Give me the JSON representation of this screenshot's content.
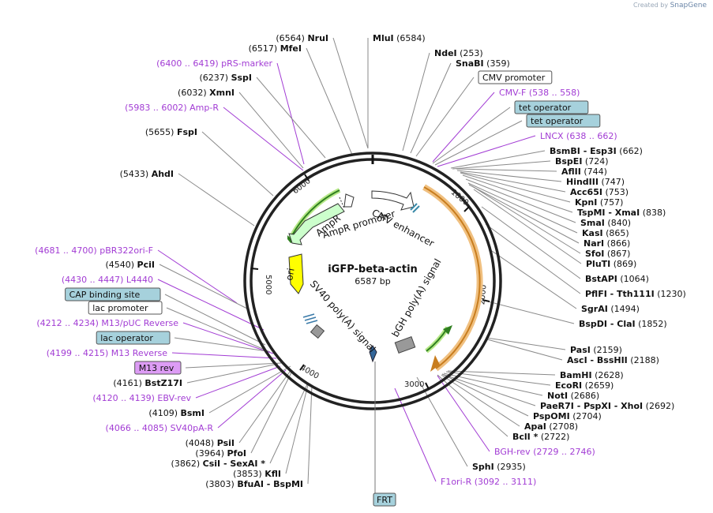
{
  "watermark": {
    "prefix": "Created by",
    "brand": "SnapGene"
  },
  "plasmid": {
    "name": "iGFP-beta-actin",
    "length": "6587 bp"
  },
  "ticks": [
    "1000",
    "2000",
    "3000",
    "4000",
    "5000",
    "6000"
  ],
  "features": [
    {
      "label": "CMV enhancer",
      "color": "#ffffff"
    },
    {
      "label": "AmpR promoter",
      "color": "#ffffff"
    },
    {
      "label": "AmpR",
      "color": "#ccffcc"
    },
    {
      "label": "ori",
      "color": "#ffff00"
    },
    {
      "label": "SV40 poly(A) signal",
      "color": "#999999"
    },
    {
      "label": "bGH poly(A) signal",
      "color": "#999999"
    },
    {
      "label": "FRT",
      "color": "#336699"
    }
  ],
  "labels_left": [
    {
      "pos": "(6564)",
      "name": "NruI"
    },
    {
      "pos": "(6517)",
      "name": "MfeI"
    },
    {
      "pos": "(6400 .. 6419)",
      "name": "pRS-marker",
      "kind": "primer"
    },
    {
      "pos": "(6237)",
      "name": "SspI"
    },
    {
      "pos": "(6032)",
      "name": "XmnI"
    },
    {
      "pos": "(5983 .. 6002)",
      "name": "Amp-R",
      "kind": "primer"
    },
    {
      "pos": "(5655)",
      "name": "FspI"
    },
    {
      "pos": "(5433)",
      "name": "AhdI"
    },
    {
      "pos": "(4681 .. 4700)",
      "name": "pBR322ori-F",
      "kind": "primer"
    },
    {
      "pos": "(4540)",
      "name": "PciI"
    },
    {
      "pos": "(4430 .. 4447)",
      "name": "L4440",
      "kind": "primer"
    },
    {
      "pos": "",
      "name": "CAP binding site",
      "kind": "box-blue"
    },
    {
      "pos": "",
      "name": "lac promoter",
      "kind": "box-white"
    },
    {
      "pos": "(4212 .. 4234)",
      "name": "M13/pUC Reverse",
      "kind": "primer"
    },
    {
      "pos": "",
      "name": "lac operator",
      "kind": "box-blue"
    },
    {
      "pos": "(4199 .. 4215)",
      "name": "M13 Reverse",
      "kind": "primer"
    },
    {
      "pos": "",
      "name": "M13 rev",
      "kind": "box-purple"
    },
    {
      "pos": "(4161)",
      "name": "BstZ17I"
    },
    {
      "pos": "(4120 .. 4139)",
      "name": "EBV-rev",
      "kind": "primer"
    },
    {
      "pos": "(4109)",
      "name": "BsmI"
    },
    {
      "pos": "(4066 .. 4085)",
      "name": "SV40pA-R",
      "kind": "primer"
    },
    {
      "pos": "(4048)",
      "name": "PsiI"
    },
    {
      "pos": "(3964)",
      "name": "PfoI"
    },
    {
      "pos": "(3862)",
      "name": "CsiI  - SexAI *"
    },
    {
      "pos": "(3853)",
      "name": "KflI"
    },
    {
      "pos": "(3803)",
      "name": "BfuAI  - BspMI"
    }
  ],
  "labels_right": [
    {
      "pos": "(6584)",
      "name": "MluI"
    },
    {
      "pos": "(253)",
      "name": "NdeI"
    },
    {
      "pos": "(359)",
      "name": "SnaBI"
    },
    {
      "pos": "",
      "name": "CMV promoter",
      "kind": "box-white"
    },
    {
      "pos": "(538 .. 558)",
      "name": "CMV-F",
      "kind": "primer"
    },
    {
      "pos": "",
      "name": "tet operator",
      "kind": "box-blue"
    },
    {
      "pos": "",
      "name": "tet operator",
      "kind": "box-blue"
    },
    {
      "pos": "(638 .. 662)",
      "name": "LNCX",
      "kind": "primer"
    },
    {
      "pos": "(662)",
      "name": "BsmBI  - Esp3I"
    },
    {
      "pos": "(724)",
      "name": "BspEI"
    },
    {
      "pos": "(744)",
      "name": "AflII"
    },
    {
      "pos": "(747)",
      "name": "HindIII"
    },
    {
      "pos": "(753)",
      "name": "Acc65I"
    },
    {
      "pos": "(757)",
      "name": "KpnI"
    },
    {
      "pos": "(838)",
      "name": "TspMI  - XmaI"
    },
    {
      "pos": "(840)",
      "name": "SmaI"
    },
    {
      "pos": "(865)",
      "name": "KasI"
    },
    {
      "pos": "(866)",
      "name": "NarI"
    },
    {
      "pos": "(867)",
      "name": "SfoI"
    },
    {
      "pos": "(869)",
      "name": "PluTI"
    },
    {
      "pos": "(1064)",
      "name": "BstAPI"
    },
    {
      "pos": "(1230)",
      "name": "PflFI  - Tth111I"
    },
    {
      "pos": "(1494)",
      "name": "SgrAI"
    },
    {
      "pos": "(1852)",
      "name": "BspDI  - ClaI"
    },
    {
      "pos": "(2159)",
      "name": "PasI"
    },
    {
      "pos": "(2188)",
      "name": "AscI  - BssHII"
    },
    {
      "pos": "(2628)",
      "name": "BamHI"
    },
    {
      "pos": "(2659)",
      "name": "EcoRI"
    },
    {
      "pos": "(2686)",
      "name": "NotI"
    },
    {
      "pos": "(2692)",
      "name": "PaeR7I  - PspXI  - XhoI"
    },
    {
      "pos": "(2704)",
      "name": "PspOMI"
    },
    {
      "pos": "(2708)",
      "name": "ApaI"
    },
    {
      "pos": "(2722)",
      "name": "BclI *"
    },
    {
      "pos": "(2729 .. 2746)",
      "name": "BGH-rev",
      "kind": "primer"
    },
    {
      "pos": "(2935)",
      "name": "SphI"
    },
    {
      "pos": "(3092 .. 3111)",
      "name": "F1ori-R",
      "kind": "primer"
    }
  ]
}
